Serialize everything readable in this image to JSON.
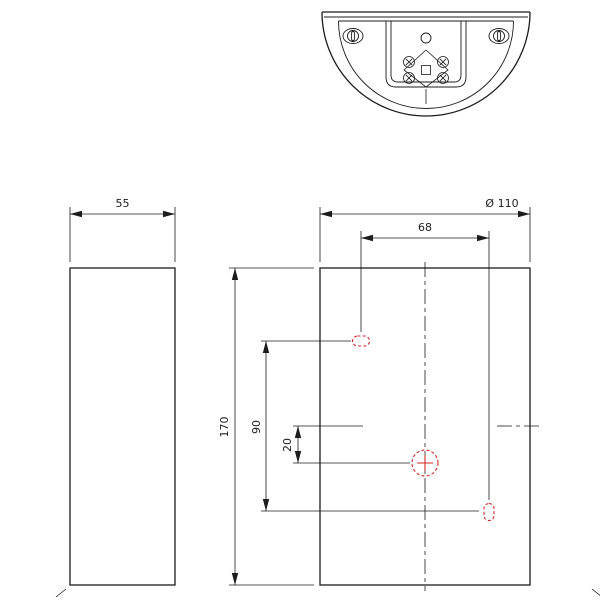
{
  "dimensions": {
    "depth": "55",
    "diameter": "Ø 110",
    "hole_spacing_h": "68",
    "height": "170",
    "hole_spacing_v": "90",
    "cable_offset": "20"
  },
  "colors": {
    "line": "#1c1c1c",
    "hole_marker": "#cf2a27"
  }
}
